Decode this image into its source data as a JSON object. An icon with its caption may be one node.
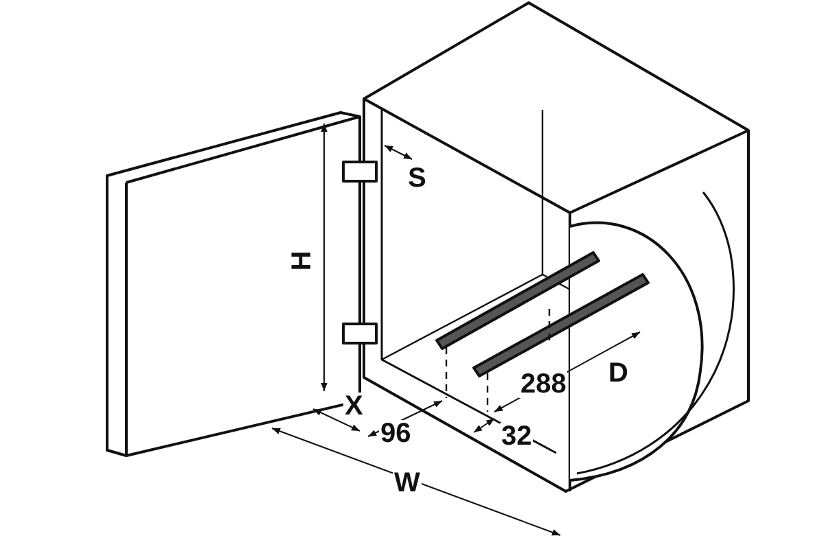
{
  "diagram": {
    "labels": [
      "S",
      "H",
      "X",
      "96",
      "288",
      "D",
      "32",
      "W"
    ]
  }
}
